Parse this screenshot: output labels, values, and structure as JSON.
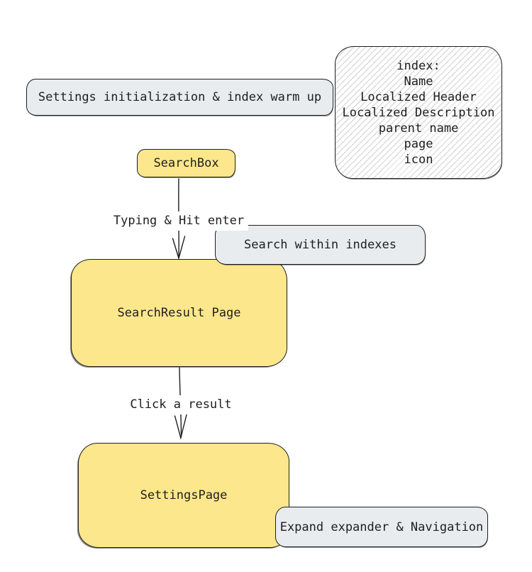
{
  "colors": {
    "yellow_fill": "#fce78c",
    "gray_fill": "#e8ecef",
    "stroke": "#1e1e1e",
    "hatch_line": "#a3a3a3",
    "canvas_bg": "#ffffff"
  },
  "nodes": {
    "settings_init": {
      "label": "Settings initialization & index warm up"
    },
    "index_note": {
      "lines": [
        "index:",
        "Name",
        "Localized Header",
        "Localized Description",
        "parent name",
        "page",
        "icon"
      ]
    },
    "search_box": {
      "label": "SearchBox"
    },
    "search_within": {
      "label": "Search within indexes"
    },
    "search_result": {
      "label": "SearchResult Page"
    },
    "settings_page": {
      "label": "SettingsPage"
    },
    "expand_nav": {
      "label": "Expand expander & Navigation"
    }
  },
  "edges": {
    "typing": {
      "label": "Typing & Hit enter"
    },
    "click": {
      "label": "Click a result"
    }
  }
}
